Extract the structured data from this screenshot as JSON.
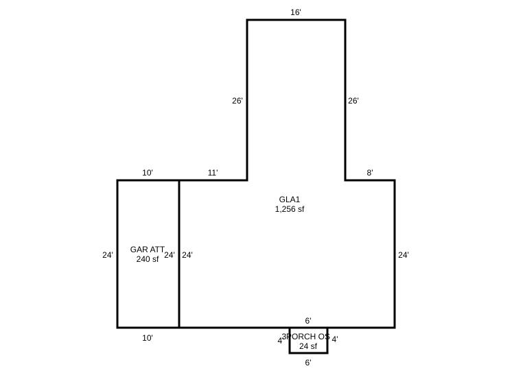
{
  "areas": {
    "gla": {
      "label": "GLA1",
      "size": "1,256 sf"
    },
    "garage": {
      "label": "GAR ATT",
      "size": "240 sf"
    },
    "porch": {
      "label": "PORCH OS",
      "size": "24 sf"
    }
  },
  "dimensions": {
    "gla_top": "16'",
    "gla_left_upper": "26'",
    "gla_right_upper": "26'",
    "gla_step_left": "11'",
    "gla_step_right": "8'",
    "gla_right": "24'",
    "gla_left": "24'",
    "gla_bottom_inner": "6'",
    "garage_top": "10'",
    "garage_bottom": "10'",
    "garage_left": "24'",
    "garage_right": "24'",
    "porch_left": "4'",
    "porch_right": "4'",
    "porch_bottom": "6'",
    "porch_overlap": "3'"
  },
  "colors": {
    "line": "#000000",
    "text": "#000000",
    "background": "#ffffff"
  }
}
